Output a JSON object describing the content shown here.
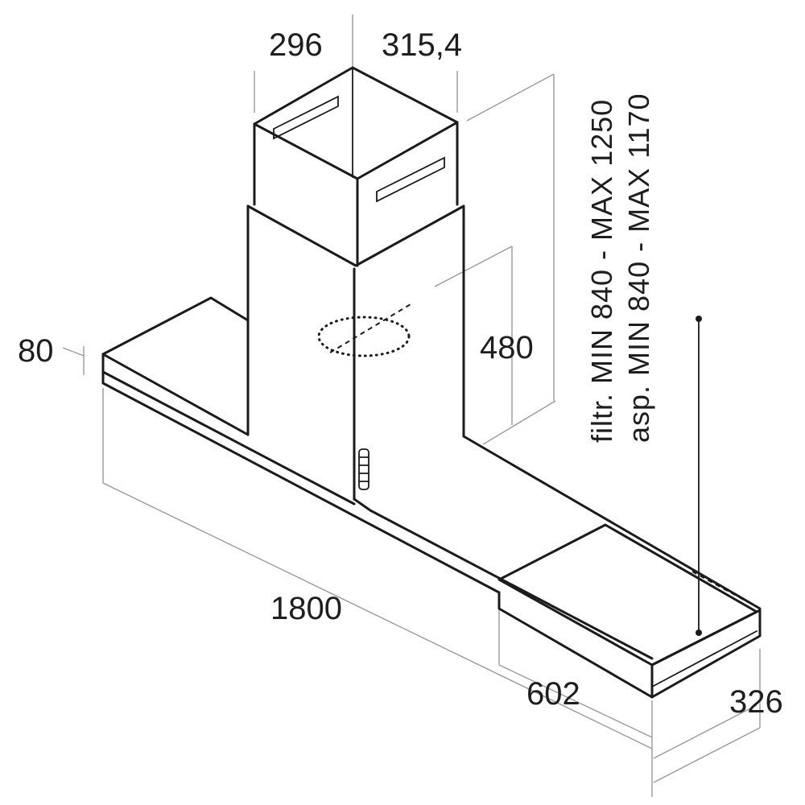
{
  "dimensions": {
    "chimney_width": "296",
    "chimney_depth": "315,4",
    "height_range_filtration": "filtr. MIN 840 - MAX 1250",
    "height_range_extraction": "asp. MIN 840 - MAX 1170",
    "upper_height": "480",
    "body_thickness": "80",
    "total_width": "1800",
    "glass_panel_width": "602",
    "hood_depth": "326"
  },
  "colors": {
    "line": "#1b1b1b",
    "dimension_line": "#9a9a9a",
    "background": "#ffffff"
  }
}
